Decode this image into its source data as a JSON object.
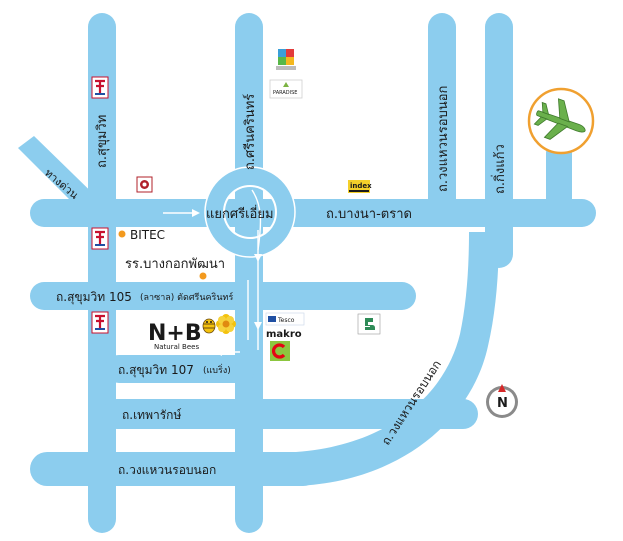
{
  "roads": {
    "sukhumvit": "ถ.สุขุมวิท",
    "srinakarin": "ถ.ศรีนครินทร์",
    "bangna_trat": "ถ.บางนา-ตราด",
    "kanchanaphisek_v1": "ถ.วงแหวนรอบนอก",
    "king_kaeo": "ถ.กิ่งแก้ว",
    "expressway": "ทางด่วน",
    "sukhumvit_105": "ถ.สุขุมวิท 105",
    "sukhumvit_105_note": "(ลาซาล) ตัดศรีนครินทร์",
    "sukhumvit_107": "ถ.สุขุมวิท 107",
    "sukhumvit_107_note": "(แบริ่ง)",
    "thepharak": "ถ.เทพารักษ์",
    "kanchanaphisek_bottom": "ถ.วงแหวนรอบนอก",
    "kanchanaphisek_curve": "ถ.วงแหวนรอบนอก"
  },
  "junction": "แยกศรีเอี่ยม",
  "places": {
    "bitec": "BITEC",
    "school": "รร.บางกอกพัฒนา"
  },
  "logos": {
    "paradise": "PARADISE",
    "index": "index",
    "makro": "makro",
    "nb": "N+B",
    "nb_sub": "Natural Bees",
    "tesco": "Tesco"
  },
  "compass": "N",
  "colors": {
    "road": "#8ccdee",
    "road_edge": "#7fc2e6",
    "bts": "#c8102e",
    "bts_blue": "#1f4fa3",
    "marker": "#f39a1e",
    "airport_ring": "#f0a030",
    "plane": "#6ab04c",
    "nb": "#d7262c",
    "bees": "#f4c20d",
    "makro": "#e30613",
    "tesco_green": "#2e8b57"
  },
  "icons": [
    "bts-station-icon",
    "airport-plane-icon",
    "compass-icon",
    "location-dot-icon",
    "direction-arrow-icon"
  ]
}
